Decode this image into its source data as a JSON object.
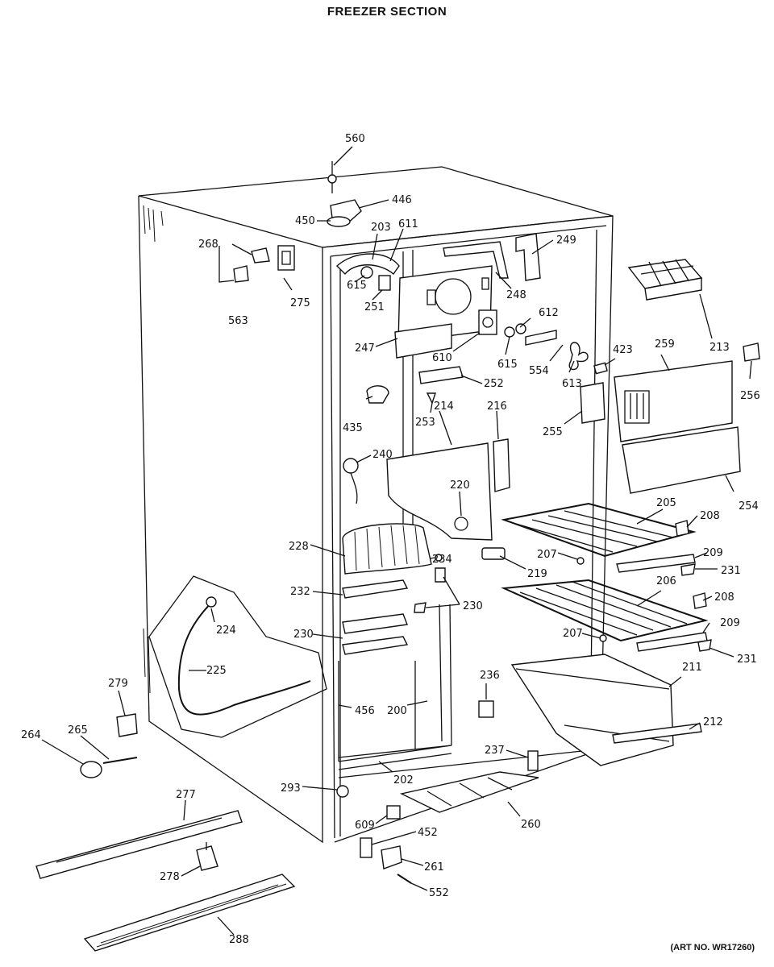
{
  "header": {
    "title": "FREEZER SECTION"
  },
  "footer": {
    "art_number": "(ART NO. WR17260)"
  },
  "labels": {
    "p560": "560",
    "p446": "446",
    "p450": "450",
    "p203": "203",
    "p611": "611",
    "p268": "268",
    "p249": "249",
    "p615a": "615",
    "p251": "251",
    "p248": "248",
    "p275": "275",
    "p563": "563",
    "p612": "612",
    "p247": "247",
    "p610": "610",
    "p615b": "615",
    "p554": "554",
    "p613": "613",
    "p423": "423",
    "p259": "259",
    "p213": "213",
    "p256": "256",
    "p252": "252",
    "p253": "253",
    "p214": "214",
    "p216": "216",
    "p435": "435",
    "p255": "255",
    "p240": "240",
    "p220": "220",
    "p254": "254",
    "p205": "205",
    "p208a": "208",
    "p228": "228",
    "p234": "234",
    "p207a": "207",
    "p209a": "209",
    "p219": "219",
    "p231a": "231",
    "p232": "232",
    "p230a": "230",
    "p206": "206",
    "p208b": "208",
    "p224": "224",
    "p230b": "230",
    "p209b": "209",
    "p207b": "207",
    "p231b": "231",
    "p225": "225",
    "p211": "211",
    "p236": "236",
    "p279": "279",
    "p456": "456",
    "p200": "200",
    "p212": "212",
    "p264": "264",
    "p265": "265",
    "p237": "237",
    "p202": "202",
    "p293": "293",
    "p277": "277",
    "p260": "260",
    "p609": "609",
    "p452": "452",
    "p261": "261",
    "p278": "278",
    "p552": "552",
    "p288": "288"
  }
}
